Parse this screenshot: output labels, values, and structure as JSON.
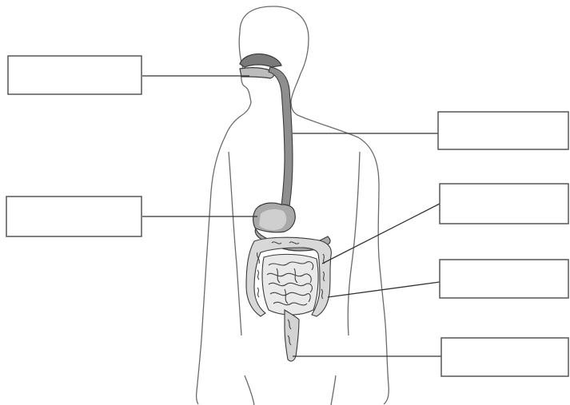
{
  "diagram": {
    "type": "digestive-system-labeling-worksheet",
    "labels": [
      {
        "id": "mouth",
        "text": ""
      },
      {
        "id": "esophagus",
        "text": ""
      },
      {
        "id": "stomach",
        "text": ""
      },
      {
        "id": "large-intestine",
        "text": ""
      },
      {
        "id": "small-intestine",
        "text": ""
      },
      {
        "id": "rectum",
        "text": ""
      }
    ]
  }
}
